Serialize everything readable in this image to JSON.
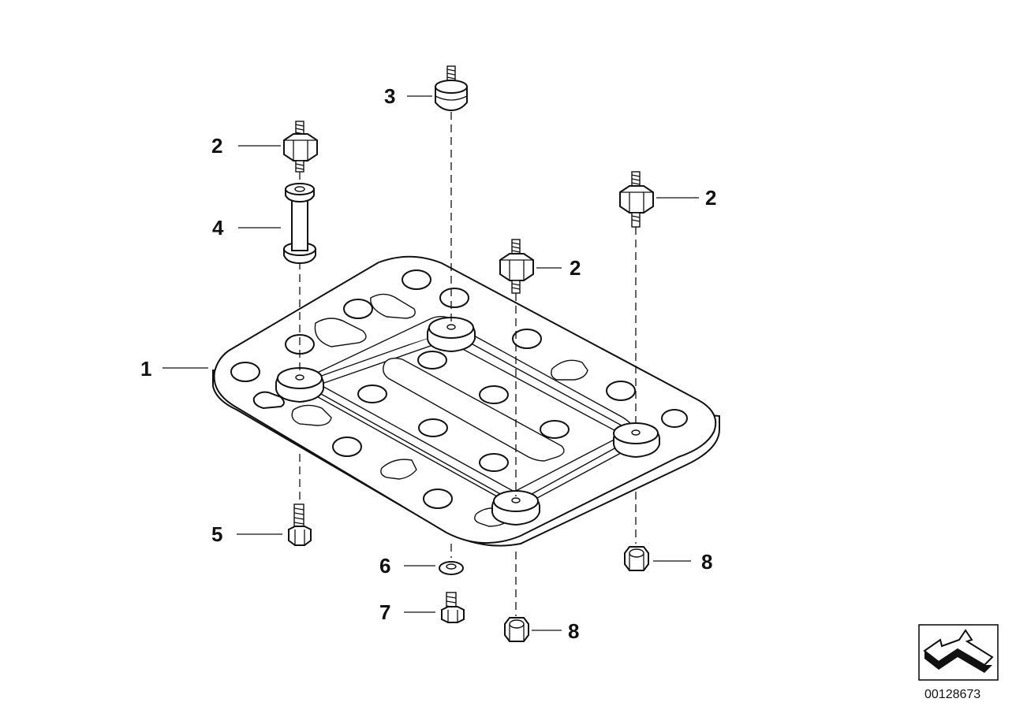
{
  "diagram": {
    "callouts": [
      {
        "id": "c1",
        "label": "1"
      },
      {
        "id": "c2a",
        "label": "2"
      },
      {
        "id": "c2b",
        "label": "2"
      },
      {
        "id": "c2c",
        "label": "2"
      },
      {
        "id": "c3",
        "label": "3"
      },
      {
        "id": "c4",
        "label": "4"
      },
      {
        "id": "c5",
        "label": "5"
      },
      {
        "id": "c6",
        "label": "6"
      },
      {
        "id": "c7",
        "label": "7"
      },
      {
        "id": "c8a",
        "label": "8"
      },
      {
        "id": "c8b",
        "label": "8"
      }
    ],
    "reference_number": "00128673",
    "orientation_icon": "arrow-orientation-icon"
  }
}
